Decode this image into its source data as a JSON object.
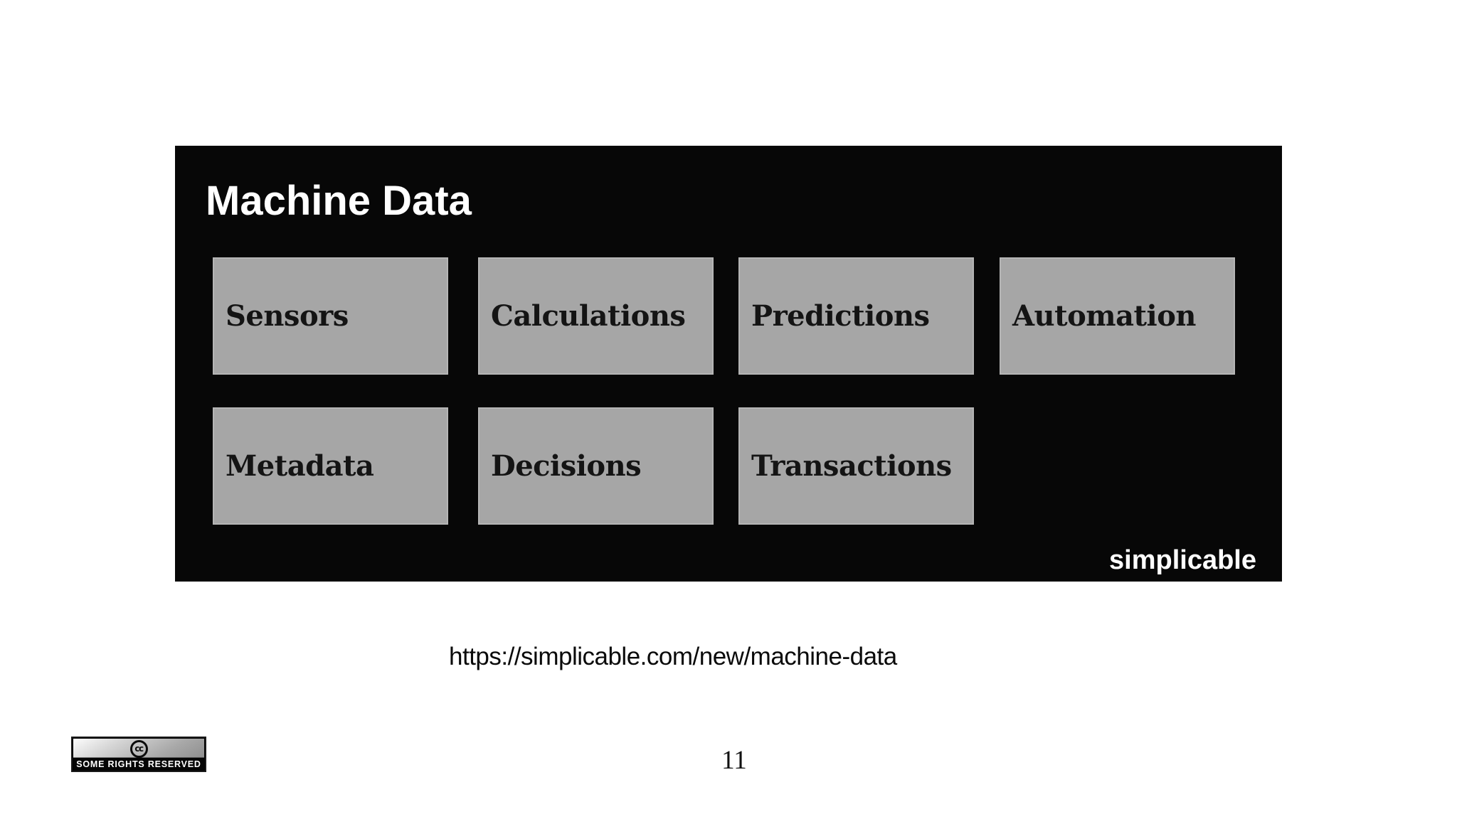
{
  "page": {
    "background_color": "#ffffff",
    "url_caption": "https://simplicable.com/new/machine-data",
    "page_number": "11"
  },
  "diagram": {
    "title": "Machine Data",
    "brand": "simplicable",
    "panel_color": "#070707",
    "box_fill_color": "#a6a6a6",
    "box_border_color": "#b5b5b5",
    "box_text_color": "#141414",
    "title_color": "#ffffff",
    "boxes": [
      {
        "label": "Sensors"
      },
      {
        "label": "Calculations"
      },
      {
        "label": "Predictions"
      },
      {
        "label": "Automation"
      },
      {
        "label": "Metadata"
      },
      {
        "label": "Decisions"
      },
      {
        "label": "Transactions"
      }
    ]
  },
  "license_badge": {
    "cc_symbol": "cc",
    "label": "SOME RIGHTS RESERVED"
  }
}
